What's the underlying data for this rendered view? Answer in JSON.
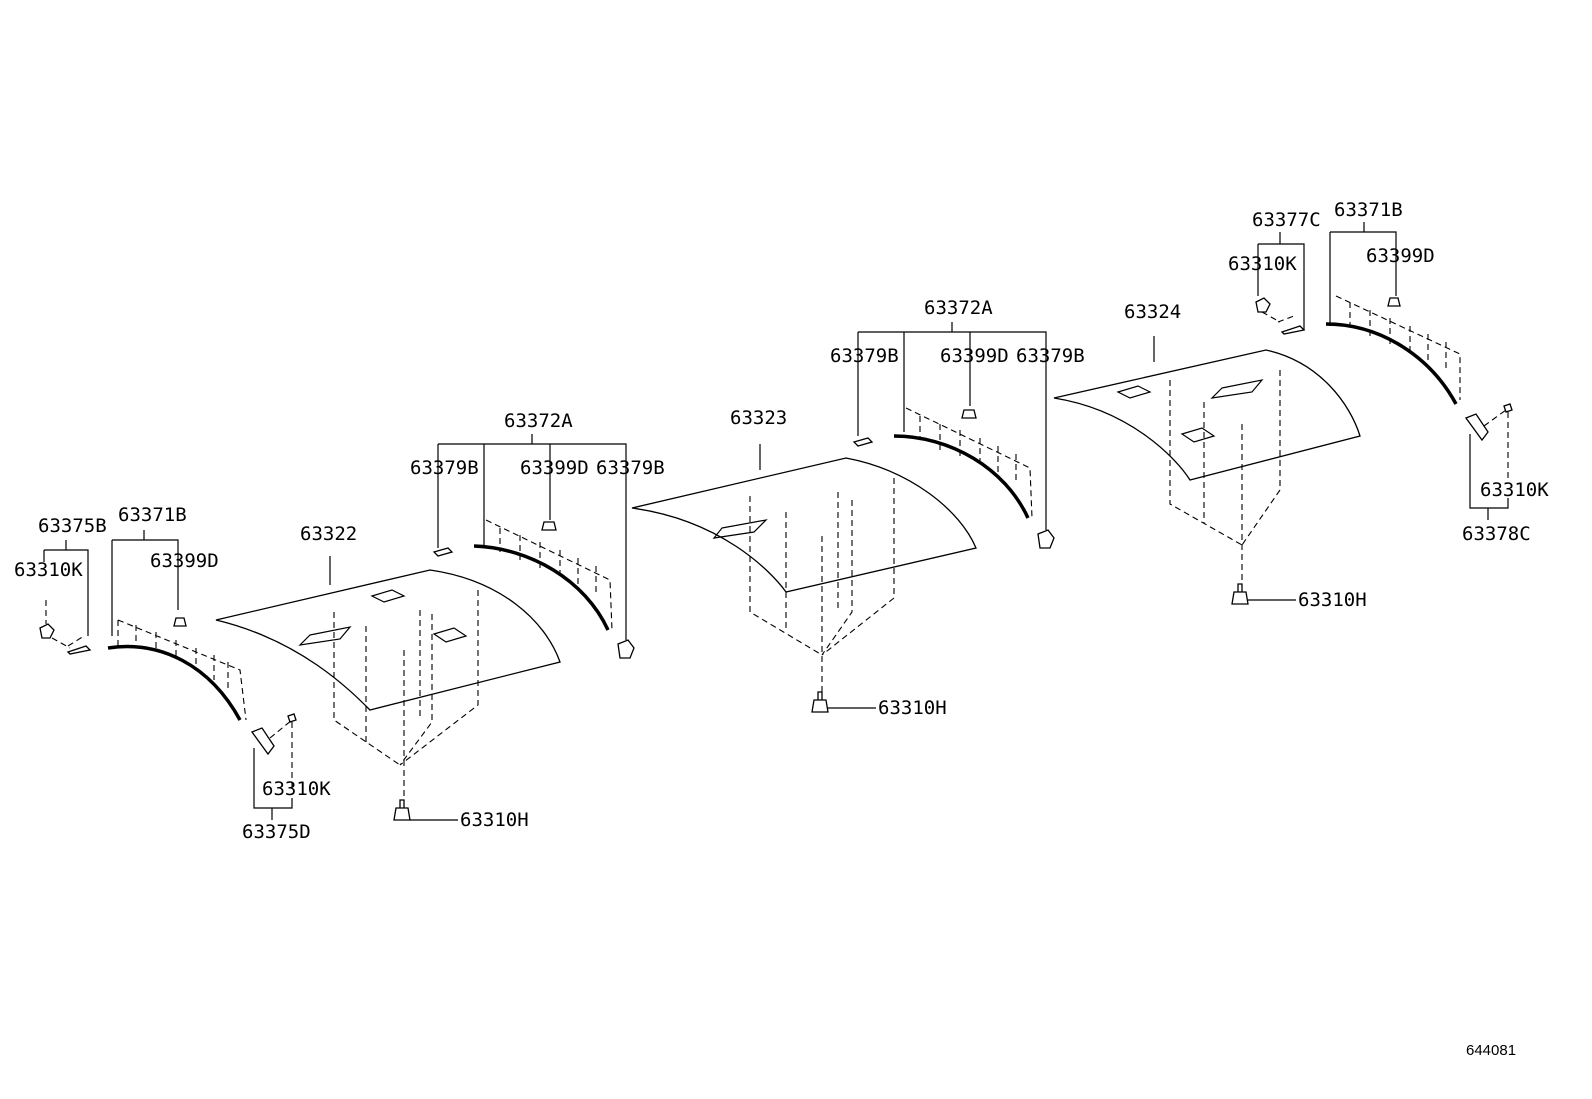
{
  "labels": {
    "l1_63375B": "63375B",
    "l1_63310K_a": "63310K",
    "l1_63371B": "63371B",
    "l1_63399D": "63399D",
    "l1_63310K_b": "63310K",
    "l1_63375D": "63375D",
    "l2_63322": "63322",
    "l2_63310H": "63310H",
    "l3_63372A": "63372A",
    "l3_63379B_a": "63379B",
    "l3_63399D": "63399D",
    "l3_63379B_b": "63379B",
    "l4_63323": "63323",
    "l4_63310H": "63310H",
    "l5_63372A": "63372A",
    "l5_63379B_a": "63379B",
    "l5_63399D": "63399D",
    "l5_63379B_b": "63379B",
    "l6_63324": "63324",
    "l6_63310H": "63310H",
    "l7_63377C": "63377C",
    "l7_63310K": "63310K",
    "l7_63371B": "63371B",
    "l7_63399D": "63399D",
    "l7_63310K_b": "63310K",
    "l7_63378C": "63378C"
  },
  "reference_number": "644081"
}
